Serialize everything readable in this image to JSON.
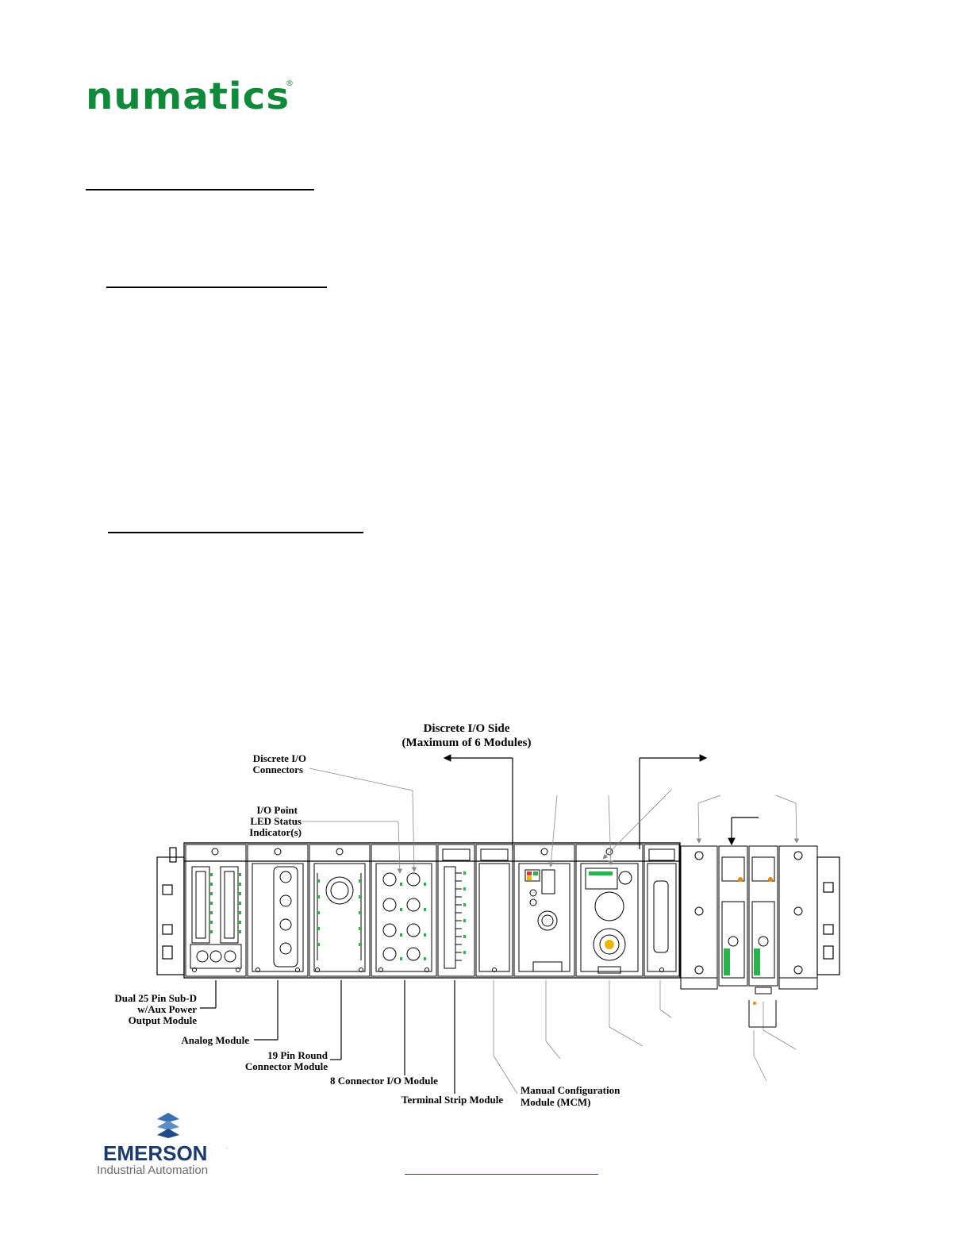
{
  "header": {
    "logo_text": "numatics",
    "logo_reg": "®",
    "brand_color": "#0f8a3a"
  },
  "diagram": {
    "title_line1": "Discrete I/O Side",
    "title_line2": "(Maximum of 6 Modules)",
    "labels": {
      "discrete_io_connectors_1": "Discrete I/O",
      "discrete_io_connectors_2": "Connectors",
      "io_point_led_1": "I/O Point",
      "io_point_led_2": "LED Status",
      "io_point_led_3": "Indicator(s)",
      "dual_25_pin_1": "Dual 25 Pin Sub-D",
      "dual_25_pin_2": "w/Aux Power",
      "dual_25_pin_3": "Output Module",
      "analog_module": "Analog Module",
      "round_19_pin_1": "19 Pin Round",
      "round_19_pin_2": "Connector Module",
      "connector_8_io": "8 Connector I/O Module",
      "terminal_strip": "Terminal Strip Module",
      "mcm_1": "Manual Configuration",
      "mcm_2": "Module (MCM)"
    }
  },
  "footer": {
    "company": "EMERSON",
    "trademark": ".",
    "division": "Industrial Automation",
    "company_color": "#1a3a6e"
  }
}
